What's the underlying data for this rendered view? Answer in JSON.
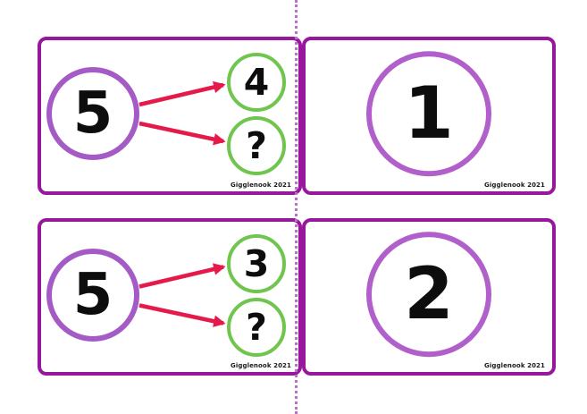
{
  "colors": {
    "background": "#ffffff",
    "card_border": "#97189c",
    "whole_circle": "#a55bc6",
    "single_circle": "#b15fca",
    "part_circle": "#70c54f",
    "arrow": "#e6194b",
    "number": "#0d0d0d",
    "cut_line": "#bb6ecb"
  },
  "cards": [
    {
      "type": "bond",
      "whole": "5",
      "parts": [
        "4",
        "?"
      ],
      "attribution": "Gigglenook 2021"
    },
    {
      "type": "single",
      "number": "1",
      "attribution": "Gigglenook 2021"
    },
    {
      "type": "bond",
      "whole": "5",
      "parts": [
        "3",
        "?"
      ],
      "attribution": "Gigglenook 2021"
    },
    {
      "type": "single",
      "number": "2",
      "attribution": "Gigglenook 2021"
    }
  ]
}
